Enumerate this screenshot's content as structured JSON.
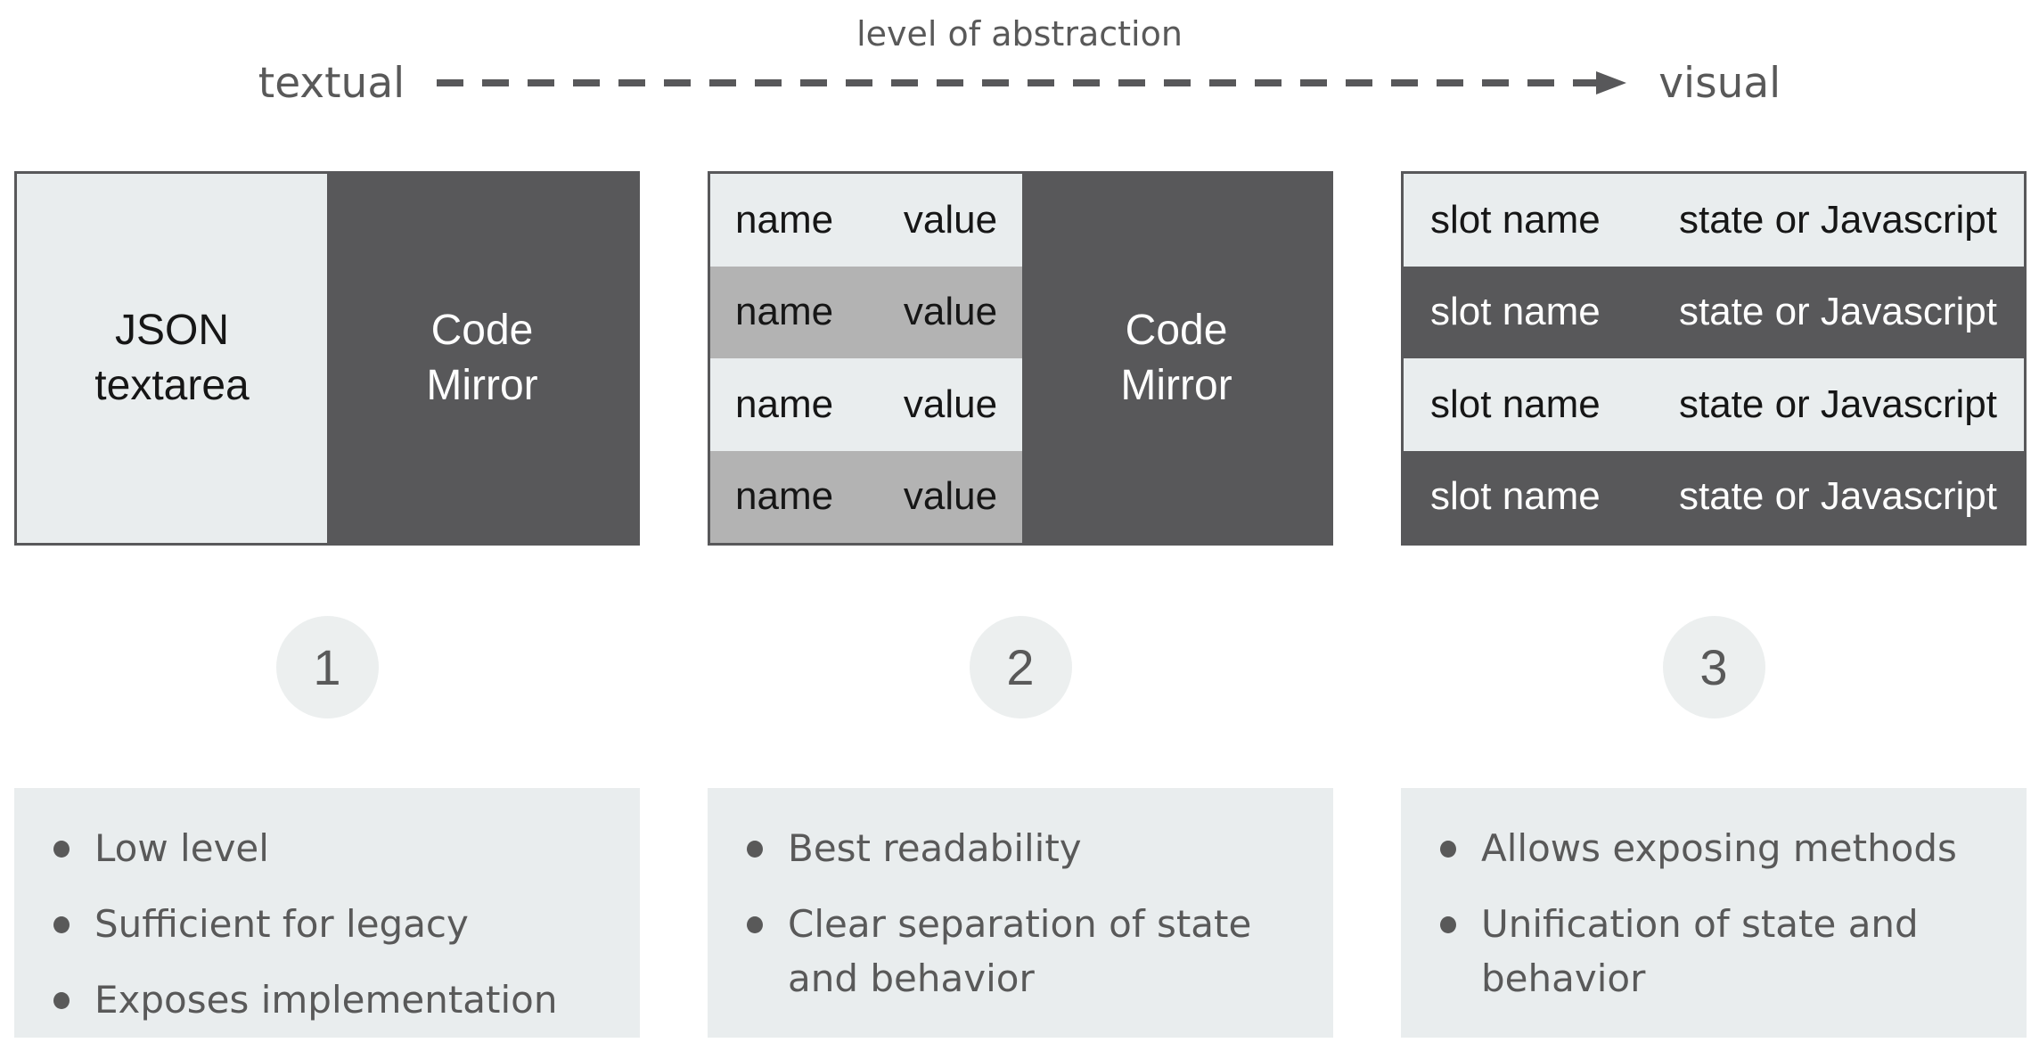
{
  "header": {
    "axis_label": "level of abstraction",
    "left_label": "textual",
    "right_label": "visual"
  },
  "colors": {
    "dark_gray": "#58585a",
    "light_gray": "#e9edee",
    "mid_gray": "#b3b3b3",
    "text_gray": "#595959",
    "text_black": "#161616",
    "white": "#ffffff",
    "background": "#ffffff"
  },
  "columns": [
    {
      "number": "1",
      "panel": {
        "left_label_line1": "JSON",
        "left_label_line2": "textarea",
        "right_label_line1": "Code",
        "right_label_line2": "Mirror"
      },
      "bullets": [
        "Low level",
        "Sufficient for legacy",
        "Exposes implementation"
      ]
    },
    {
      "number": "2",
      "panel": {
        "rows": [
          {
            "name": "name",
            "value": "value"
          },
          {
            "name": "name",
            "value": "value"
          },
          {
            "name": "name",
            "value": "value"
          },
          {
            "name": "name",
            "value": "value"
          }
        ],
        "right_label_line1": "Code",
        "right_label_line2": "Mirror"
      },
      "bullets": [
        "Best readability",
        "Clear separation of state\nand behavior"
      ]
    },
    {
      "number": "3",
      "panel": {
        "rows": [
          {
            "name": "slot name",
            "value": "state or Javascript"
          },
          {
            "name": "slot name",
            "value": "state or Javascript"
          },
          {
            "name": "slot name",
            "value": "state or Javascript"
          },
          {
            "name": "slot name",
            "value": "state or Javascript"
          }
        ]
      },
      "bullets": [
        "Allows exposing methods",
        "Unification of state and\nbehavior"
      ]
    }
  ]
}
